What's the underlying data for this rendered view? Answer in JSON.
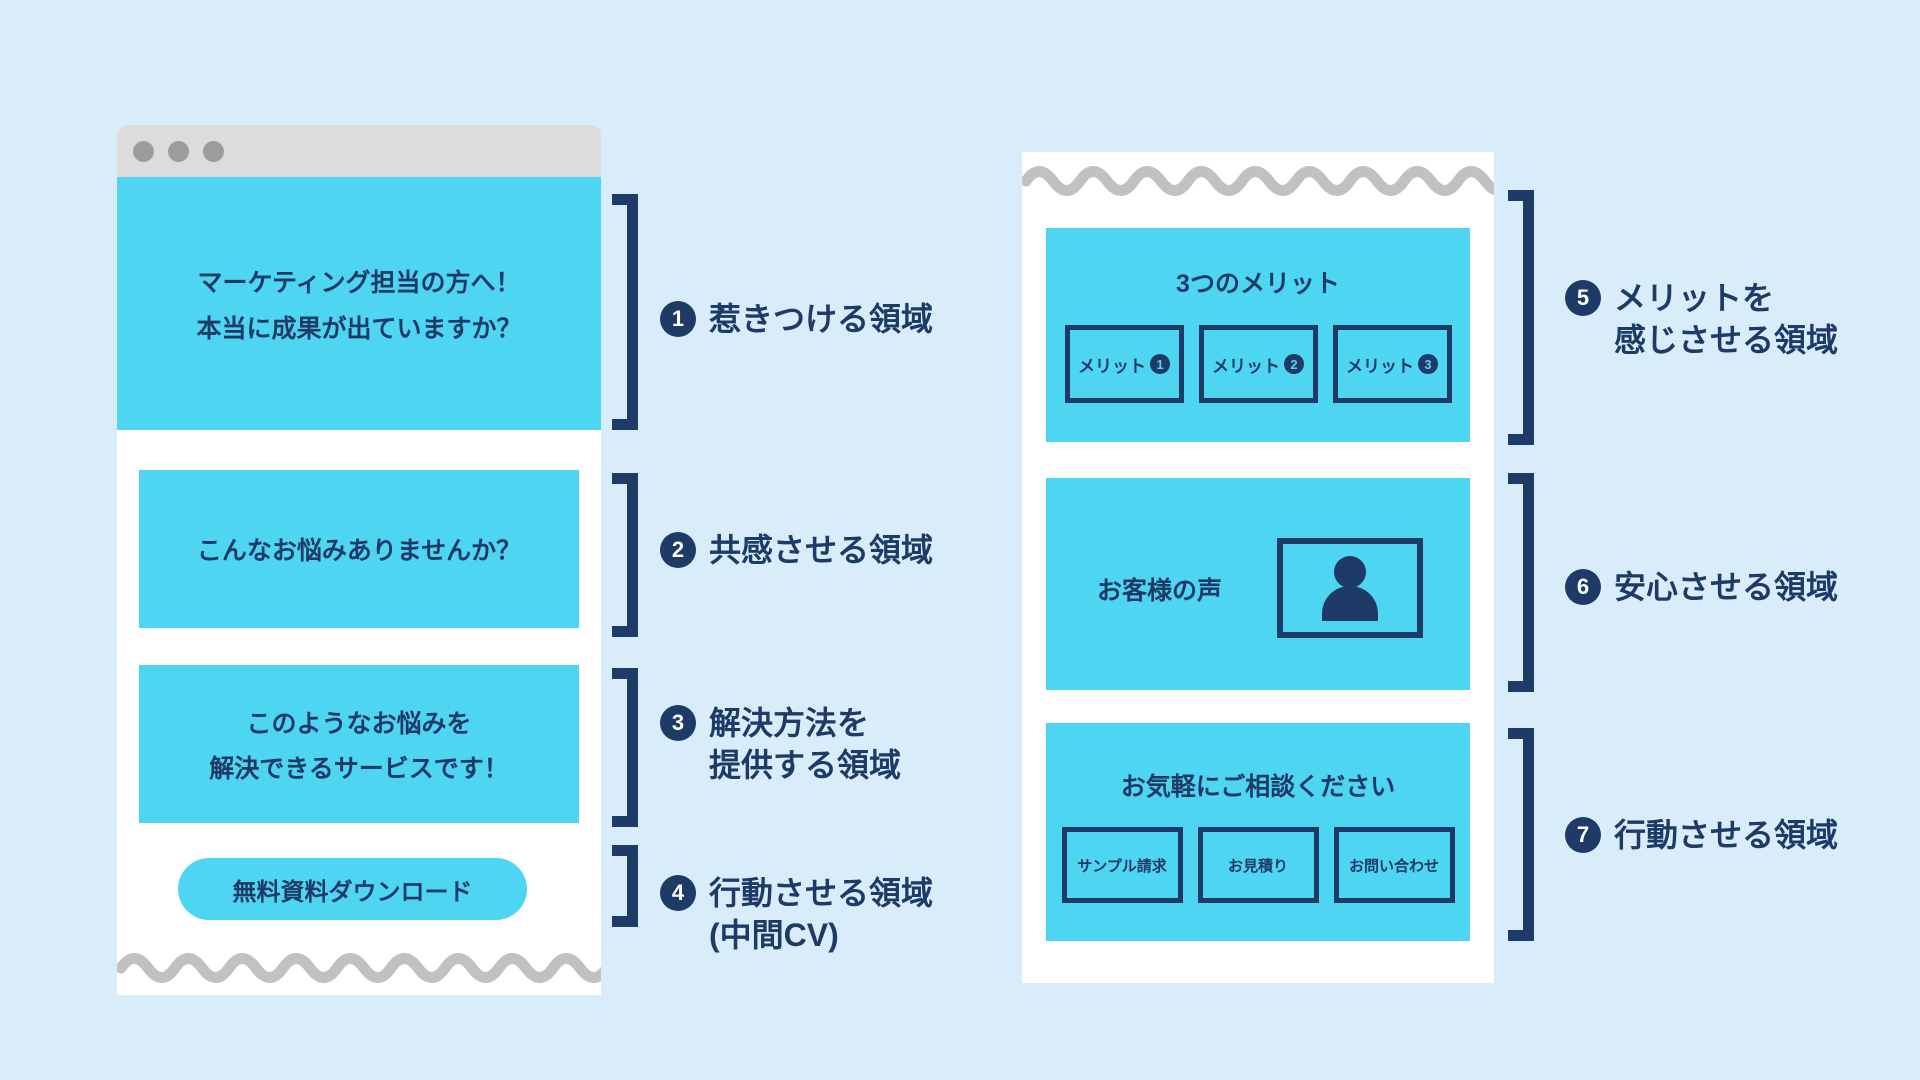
{
  "colors": {
    "background": "#D9ECFA",
    "cyan": "#4ED5F2",
    "navy": "#1E3A67",
    "panel_white": "#FFFFFF",
    "chrome_gray": "#DCDCDC",
    "dot_gray": "#9C9C9C",
    "wave_gray": "#C1C1C1"
  },
  "left_mockup": {
    "hero": {
      "line1": "マーケティング担当の方へ！",
      "line2": "本当に成果が出ていますか？"
    },
    "empathy": {
      "text": "こんなお悩みありませんか？"
    },
    "solution": {
      "line1": "このようなお悩みを",
      "line2": "解決できるサービスです！"
    },
    "cta_button": {
      "label": "無料資料ダウンロード"
    }
  },
  "right_mockup": {
    "merits": {
      "title": "3つのメリット",
      "items": [
        {
          "label": "メリット",
          "num": "1"
        },
        {
          "label": "メリット",
          "num": "2"
        },
        {
          "label": "メリット",
          "num": "3"
        }
      ]
    },
    "testimonial": {
      "label": "お客様の声"
    },
    "contact": {
      "title": "お気軽にご相談ください",
      "buttons": [
        {
          "label": "サンプル請求"
        },
        {
          "label": "お見積り"
        },
        {
          "label": "お問い合わせ"
        }
      ]
    }
  },
  "annotations": [
    {
      "num": "1",
      "lines": [
        "惹きつける領域"
      ]
    },
    {
      "num": "2",
      "lines": [
        "共感させる領域"
      ]
    },
    {
      "num": "3",
      "lines": [
        "解決方法を",
        "提供する領域"
      ]
    },
    {
      "num": "4",
      "lines": [
        "行動させる領域",
        "(中間CV)"
      ]
    },
    {
      "num": "5",
      "lines": [
        "メリットを",
        "感じさせる領域"
      ]
    },
    {
      "num": "6",
      "lines": [
        "安心させる領域"
      ]
    },
    {
      "num": "7",
      "lines": [
        "行動させる領域"
      ]
    }
  ]
}
